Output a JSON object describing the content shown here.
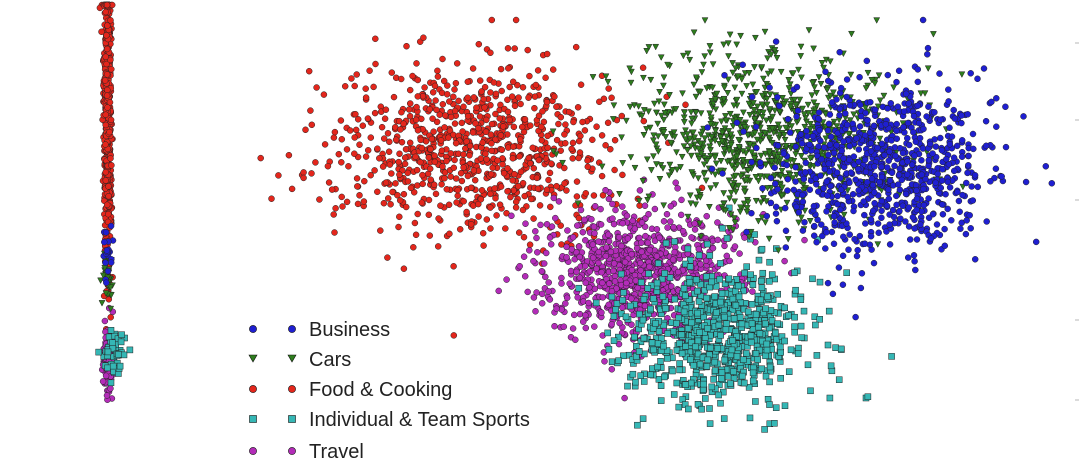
{
  "chart_data": [
    {
      "type": "scatter",
      "title": "",
      "xlabel": "",
      "ylabel": "",
      "grid": false,
      "legend": "none",
      "axes_visible": false,
      "xlim": [
        -1,
        1
      ],
      "ylim": [
        -1,
        1
      ],
      "series": [
        {
          "label": "Business",
          "color": "#1f1fd1",
          "marker": "circle",
          "cx": 0.0,
          "cy": -0.25,
          "sx": 0.05,
          "sy": 0.08,
          "n": 20
        },
        {
          "label": "Cars",
          "color": "#2e7d1e",
          "marker": "triangle",
          "cx": 0.0,
          "cy": -0.35,
          "sx": 0.05,
          "sy": 0.06,
          "n": 40
        },
        {
          "label": "Food & Cooking",
          "color": "#e3261c",
          "marker": "circle",
          "cx": 0.0,
          "cy": 0.4,
          "sx": 0.04,
          "sy": 0.4,
          "n": 520
        },
        {
          "label": "Individual & Team Sports",
          "color": "#35b7b5",
          "marker": "square",
          "cx": 0.1,
          "cy": -0.72,
          "sx": 0.12,
          "sy": 0.05,
          "n": 45
        },
        {
          "label": "Travel",
          "color": "#b32cb8",
          "marker": "circle",
          "cx": 0.0,
          "cy": -0.75,
          "sx": 0.05,
          "sy": 0.08,
          "n": 130
        }
      ]
    },
    {
      "type": "scatter",
      "title": "",
      "xlabel": "",
      "ylabel": "",
      "grid": false,
      "legend": "bottom-left",
      "axes_visible": false,
      "xlim": [
        -1,
        1
      ],
      "ylim": [
        -1,
        1
      ],
      "series": [
        {
          "label": "Business",
          "color": "#1f1fd1",
          "marker": "circle",
          "cx": 0.55,
          "cy": 0.3,
          "sx": 0.14,
          "sy": 0.2,
          "n": 850
        },
        {
          "label": "Cars",
          "color": "#2e7d1e",
          "marker": "triangle",
          "cx": 0.28,
          "cy": 0.45,
          "sx": 0.17,
          "sy": 0.2,
          "n": 900
        },
        {
          "label": "Food & Cooking",
          "color": "#e3261c",
          "marker": "circle",
          "cx": -0.45,
          "cy": 0.4,
          "sx": 0.17,
          "sy": 0.22,
          "n": 850
        },
        {
          "label": "Individual & Team Sports",
          "color": "#35b7b5",
          "marker": "square",
          "cx": 0.15,
          "cy": -0.5,
          "sx": 0.11,
          "sy": 0.16,
          "n": 780
        },
        {
          "label": "Travel",
          "color": "#b32cb8",
          "marker": "circle",
          "cx": -0.03,
          "cy": -0.2,
          "sx": 0.12,
          "sy": 0.15,
          "n": 900
        }
      ]
    }
  ],
  "legend": {
    "items": [
      "Business",
      "Cars",
      "Food & Cooking",
      "Individual & Team Sports",
      "Travel"
    ]
  }
}
